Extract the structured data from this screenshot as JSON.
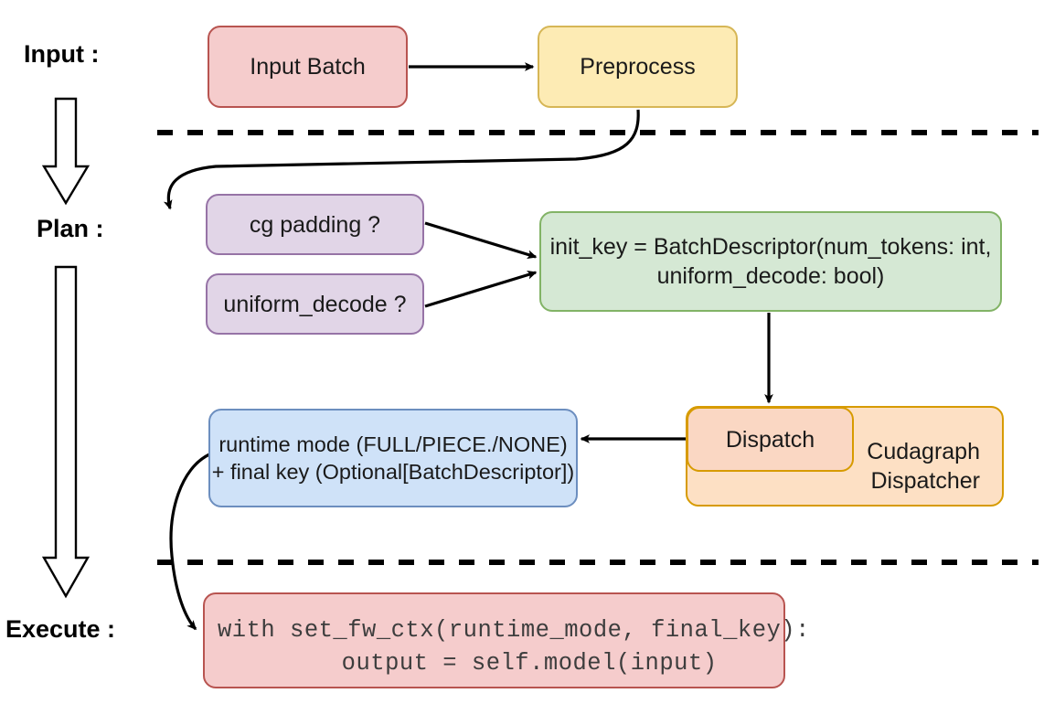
{
  "diagram": {
    "title": "vLLM cudagraph dispatch pipeline",
    "stages": [
      {
        "name": "input-stage",
        "label": "Input :"
      },
      {
        "name": "plan-stage",
        "label": "Plan :"
      },
      {
        "name": "execute-stage",
        "label": "Execute :"
      }
    ],
    "nodes": {
      "input_batch": "Input Batch",
      "preprocess": "Preprocess",
      "cg_padding": "cg padding ?",
      "uniform_decode": "uniform_decode ?",
      "init_key_line1": "init_key = BatchDescriptor(num_tokens: int,",
      "init_key_line2": "uniform_decode: bool)",
      "dispatch": "Dispatch",
      "cudagraph_dispatcher_line1": "Cudagraph",
      "cudagraph_dispatcher_line2": "Dispatcher",
      "runtime_mode_line1": "runtime mode (FULL/PIECE./NONE)",
      "runtime_mode_line2": "+ final key (Optional[BatchDescriptor])",
      "code_block": "with set_fw_ctx(runtime_mode, final_key):\n    output = self.model(input)"
    },
    "colors": {
      "pink_fill": "#f5cccc",
      "pink_stroke": "#b85450",
      "yellow_fill": "#fdebb4",
      "yellow_stroke": "#d6b656",
      "purple_fill": "#e1d5e7",
      "purple_stroke": "#9673a6",
      "green_fill": "#d5e8d4",
      "green_stroke": "#82b366",
      "blue_fill": "#cfe2f8",
      "blue_stroke": "#6c8ebf",
      "orange_outer_fill": "#fde0c4",
      "orange_inner_fill": "#fad7c3",
      "orange_stroke": "#d79b00",
      "line_color": "#000000",
      "code_text": "#3d3d3d",
      "background": "#ffffff"
    },
    "separators": [
      {
        "name": "input-plan-divider",
        "style": "dashed"
      },
      {
        "name": "plan-execute-divider",
        "style": "dashed"
      }
    ]
  }
}
